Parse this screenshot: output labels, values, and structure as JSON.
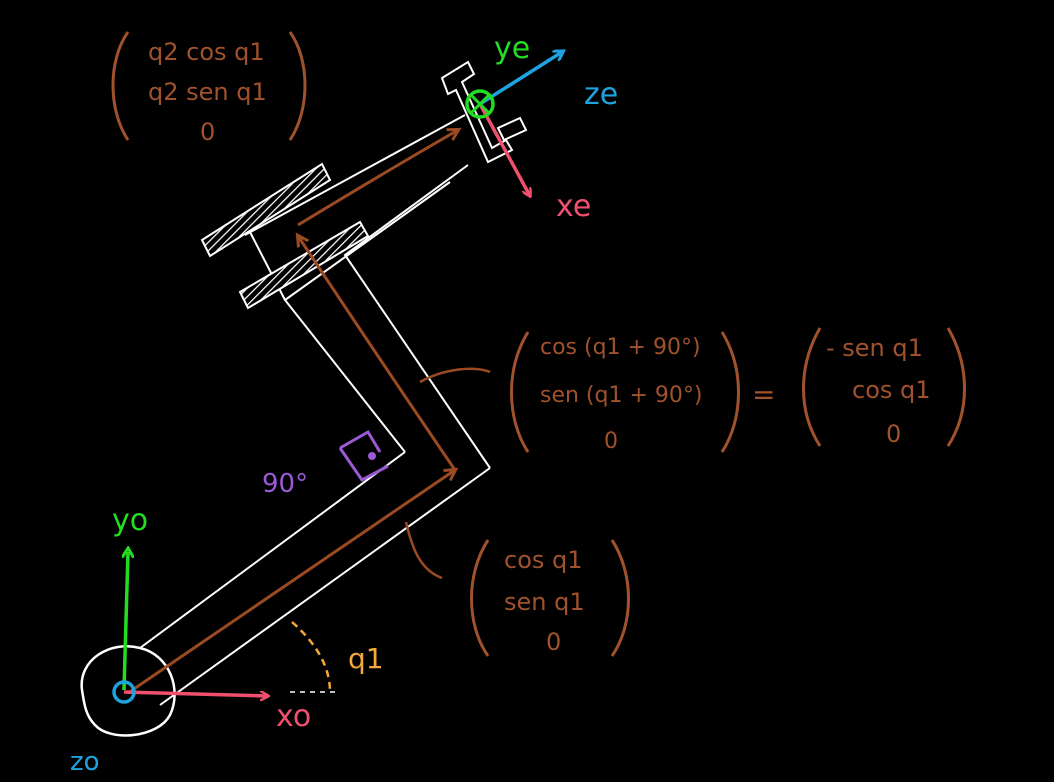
{
  "colors": {
    "background": "#000000",
    "structure": "#ffffff",
    "link_arrows": "#9b4a22",
    "matrix_text": "#a0522d",
    "x_axis": "#f0506e",
    "y_axis": "#22dd22",
    "z_axis": "#1fa3e0",
    "angle_q1": "#f4a83a",
    "right_angle": "#9b59d6"
  },
  "labels": {
    "x0": "xo",
    "y0": "yo",
    "z0": "zo",
    "xe": "xe",
    "ye": "ye",
    "ze": "ze",
    "q1": "q1",
    "right_angle": "90°"
  },
  "vectors": {
    "endpoint": {
      "r1": "q2 cos q1",
      "r2": "q2 sen q1",
      "r3": "0"
    },
    "rotated": {
      "r1": "cos (q1 + 90°)",
      "r2": "sen (q1 + 90°)",
      "r3": "0"
    },
    "equals": "=",
    "rotated_simplified": {
      "r1": "- sen q1",
      "r2": "cos q1",
      "r3": "0"
    },
    "link1": {
      "r1": "cos q1",
      "r2": "sen q1",
      "r3": "0"
    }
  },
  "icons": {
    "hatched_guides": "hatch-guide-icon",
    "gripper": "gripper-icon",
    "base_joint": "base-joint-icon"
  }
}
